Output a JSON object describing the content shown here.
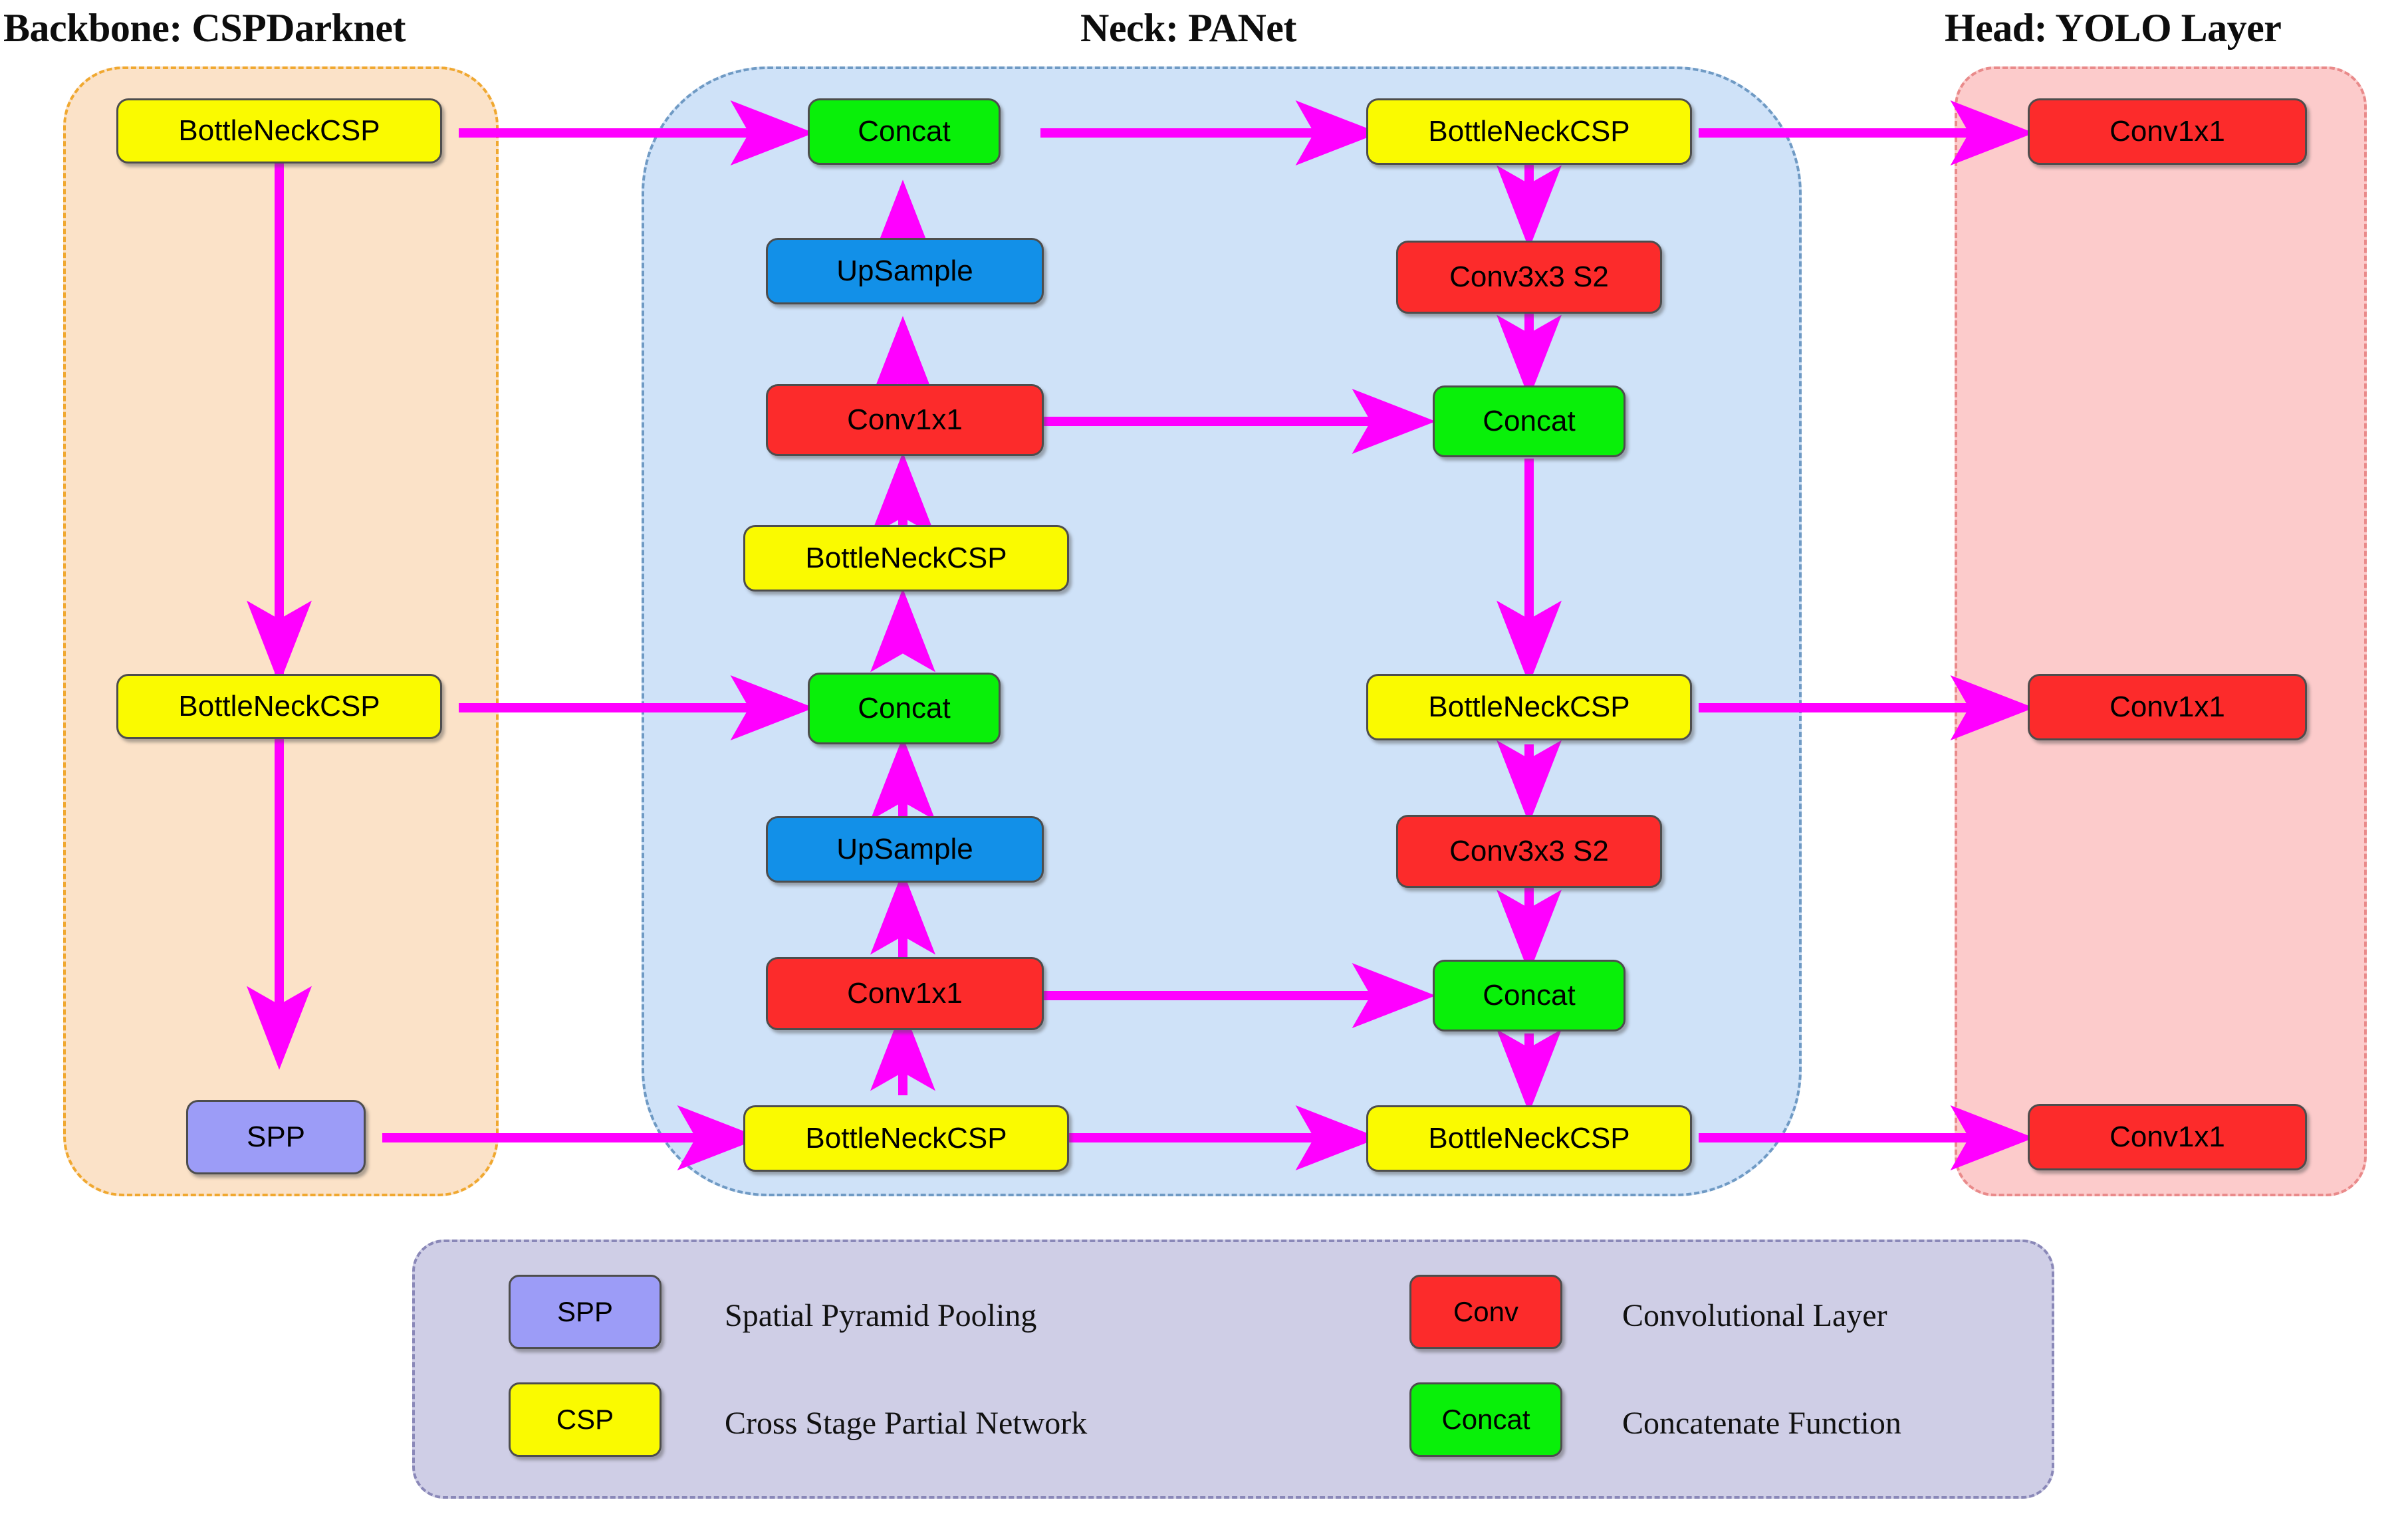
{
  "diagram": {
    "title_backbone": "Backbone: CSPDarknet",
    "title_neck": "Neck: PANet",
    "title_head": "Head: YOLO Layer",
    "colors": {
      "arrow": "#FF00FF",
      "csp": "#FAFA00",
      "conv": "#FC2B2B",
      "concat": "#09F009",
      "upsample": "#1290E8",
      "spp": "#9C9CF7",
      "backbone_bg": "#FBE2C8",
      "neck_bg": "#CFE2F8",
      "head_bg": "#FCCBCB",
      "legend_bg": "#CFCEE6"
    }
  },
  "backbone": {
    "nodes": [
      {
        "id": "bb_csp_1",
        "label": "BottleNeckCSP"
      },
      {
        "id": "bb_csp_2",
        "label": "BottleNeckCSP"
      },
      {
        "id": "bb_spp",
        "label": "SPP"
      }
    ]
  },
  "neck": {
    "left_column": [
      {
        "id": "nk_concat_top",
        "label": "Concat"
      },
      {
        "id": "nk_upsample_top",
        "label": "UpSample"
      },
      {
        "id": "nk_conv_top",
        "label": "Conv1x1"
      },
      {
        "id": "nk_csp_mid",
        "label": "BottleNeckCSP"
      },
      {
        "id": "nk_concat_mid",
        "label": "Concat"
      },
      {
        "id": "nk_upsample_bot",
        "label": "UpSample"
      },
      {
        "id": "nk_conv_bot",
        "label": "Conv1x1"
      },
      {
        "id": "nk_csp_bot",
        "label": "BottleNeckCSP"
      }
    ],
    "right_column": [
      {
        "id": "nk_csp_r1",
        "label": "BottleNeckCSP"
      },
      {
        "id": "nk_conv_r1",
        "label": "Conv3x3 S2"
      },
      {
        "id": "nk_concat_r1",
        "label": "Concat"
      },
      {
        "id": "nk_csp_r2",
        "label": "BottleNeckCSP"
      },
      {
        "id": "nk_conv_r2",
        "label": "Conv3x3 S2"
      },
      {
        "id": "nk_concat_r2",
        "label": "Concat"
      },
      {
        "id": "nk_csp_r3",
        "label": "BottleNeckCSP"
      }
    ]
  },
  "head": {
    "nodes": [
      {
        "id": "hd_conv_1",
        "label": "Conv1x1"
      },
      {
        "id": "hd_conv_2",
        "label": "Conv1x1"
      },
      {
        "id": "hd_conv_3",
        "label": "Conv1x1"
      }
    ]
  },
  "legend": {
    "entries": [
      {
        "chip": "SPP",
        "desc": "Spatial Pyramid Pooling",
        "color": "#9C9CF7"
      },
      {
        "chip": "CSP",
        "desc": "Cross Stage Partial Network",
        "color": "#FAFA00"
      },
      {
        "chip": "Conv",
        "desc": "Convolutional Layer",
        "color": "#FC2B2B"
      },
      {
        "chip": "Concat",
        "desc": "Concatenate Function",
        "color": "#09F009"
      }
    ]
  }
}
